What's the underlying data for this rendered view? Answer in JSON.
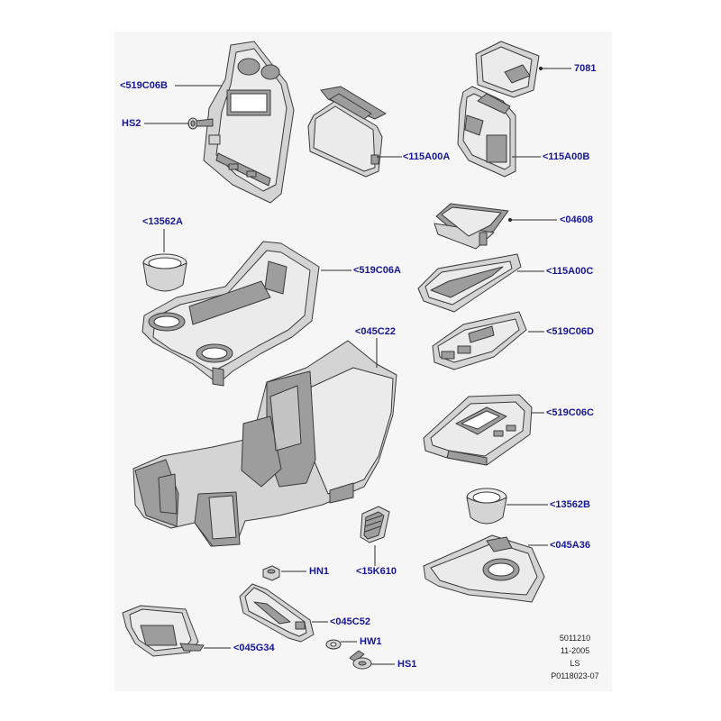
{
  "colors": {
    "label": "#16169a",
    "leader": "#2a2a2a",
    "part_fill": "#d4d4d4",
    "part_dark": "#9d9d9d",
    "part_light": "#ebebeb",
    "sheet": "#f6f6f6"
  },
  "callouts": [
    {
      "id": "519C06B",
      "text": "<519C06B"
    },
    {
      "id": "HS2",
      "text": "HS2"
    },
    {
      "id": "7081",
      "text": "7081"
    },
    {
      "id": "115A00A",
      "text": "<115A00A"
    },
    {
      "id": "115A00B",
      "text": "<115A00B"
    },
    {
      "id": "13562A",
      "text": "<13562A"
    },
    {
      "id": "04608",
      "text": "<04608"
    },
    {
      "id": "519C06A",
      "text": "<519C06A"
    },
    {
      "id": "115A00C",
      "text": "<115A00C"
    },
    {
      "id": "045C22",
      "text": "<045C22"
    },
    {
      "id": "519C06D",
      "text": "<519C06D"
    },
    {
      "id": "519C06C",
      "text": "<519C06C"
    },
    {
      "id": "13562B",
      "text": "<13562B"
    },
    {
      "id": "045A36",
      "text": "<045A36"
    },
    {
      "id": "HN1",
      "text": "HN1"
    },
    {
      "id": "15K610",
      "text": "<15K610"
    },
    {
      "id": "045C52",
      "text": "<045C52"
    },
    {
      "id": "045G34",
      "text": "<045G34"
    },
    {
      "id": "HW1",
      "text": "HW1"
    },
    {
      "id": "HS1",
      "text": "HS1"
    }
  ],
  "reference_block": {
    "line1": "5011210",
    "line2": "11-2005",
    "line3": "LS",
    "line4": "P0118023-07"
  }
}
